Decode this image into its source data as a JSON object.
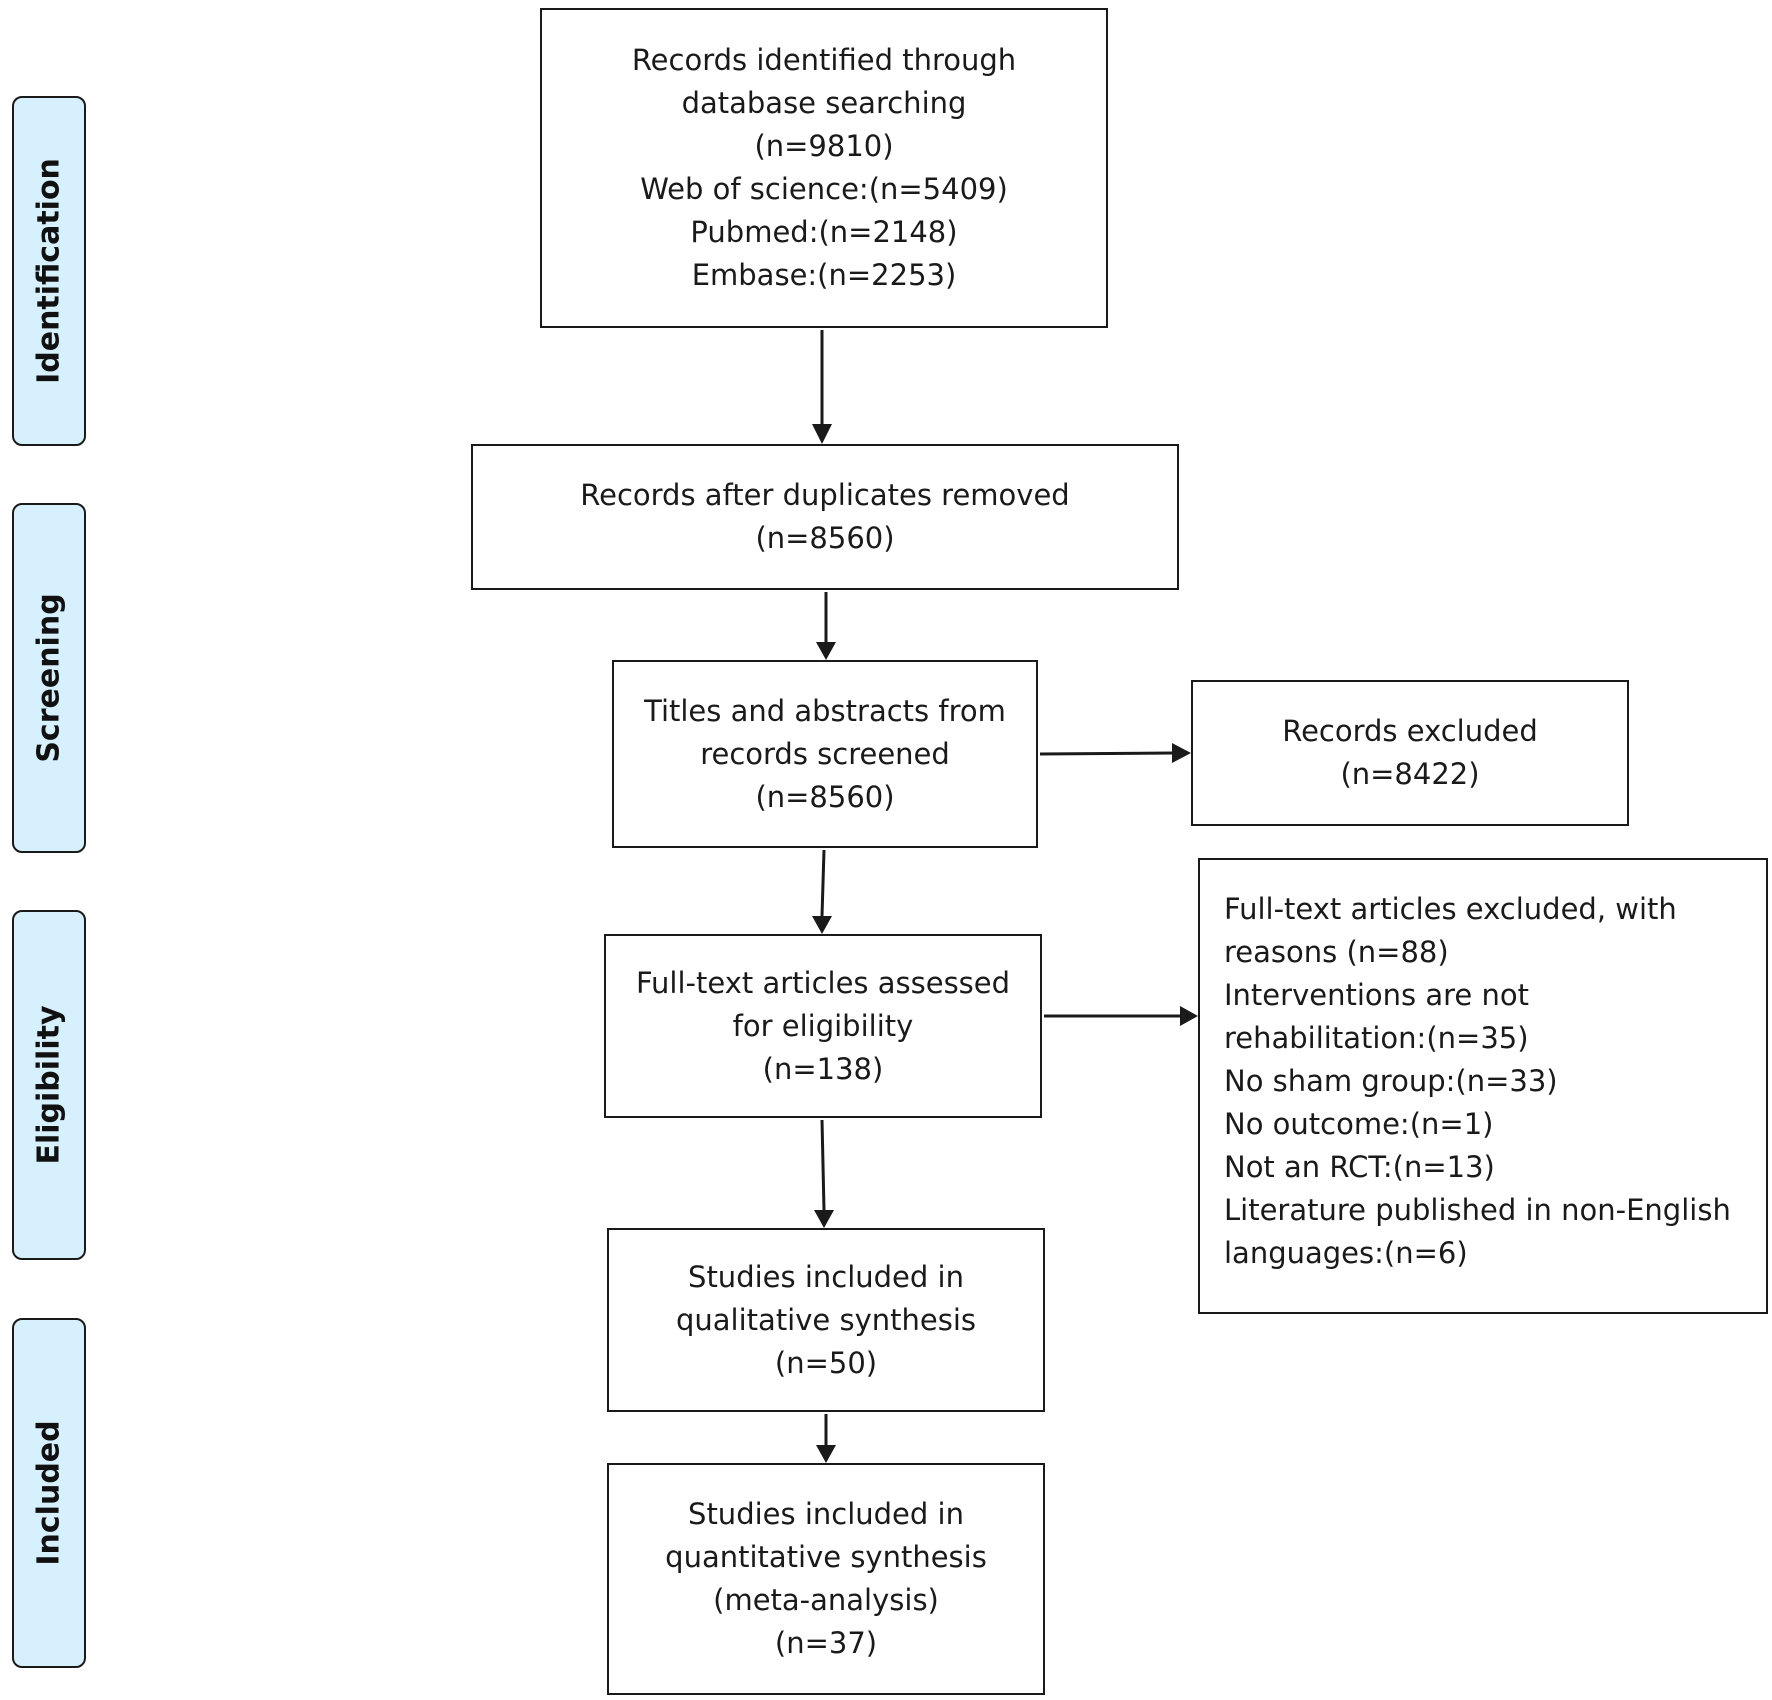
{
  "phases": {
    "identification": "Identification",
    "screening": "Screening",
    "eligibility": "Eligibility",
    "included": "Included"
  },
  "boxes": {
    "identified": {
      "lines": [
        "Records identified through",
        "database searching",
        "(n=9810)",
        "Web of science:(n=5409)",
        "Pubmed:(n=2148)",
        "Embase:(n=2253)"
      ]
    },
    "deduplicated": {
      "lines": [
        "Records after duplicates removed",
        "(n=8560)"
      ]
    },
    "screened": {
      "lines": [
        "Titles and abstracts from",
        "records screened",
        "(n=8560)"
      ]
    },
    "excluded": {
      "lines": [
        "Records excluded",
        "(n=8422)"
      ]
    },
    "assessed": {
      "lines": [
        "Full-text articles assessed",
        "for eligibility",
        "(n=138)"
      ]
    },
    "fulltext_excluded": {
      "lines": [
        "Full-text articles excluded, with",
        "reasons (n=88)",
        "Interventions are not",
        "rehabilitation:(n=35)",
        "No sham group:(n=33)",
        "No outcome:(n=1)",
        "Not an RCT:(n=13)",
        "Literature published in non-English",
        "languages:(n=6)"
      ]
    },
    "qualitative": {
      "lines": [
        "Studies included in",
        "qualitative synthesis",
        "(n=50)"
      ]
    },
    "quantitative": {
      "lines": [
        "Studies included in",
        "quantitative synthesis",
        "(meta-analysis)",
        "(n=37)"
      ]
    }
  },
  "colors": {
    "phase_fill": "#d6f0fd",
    "stroke": "#1a1a1a",
    "box_fill": "#ffffff"
  }
}
